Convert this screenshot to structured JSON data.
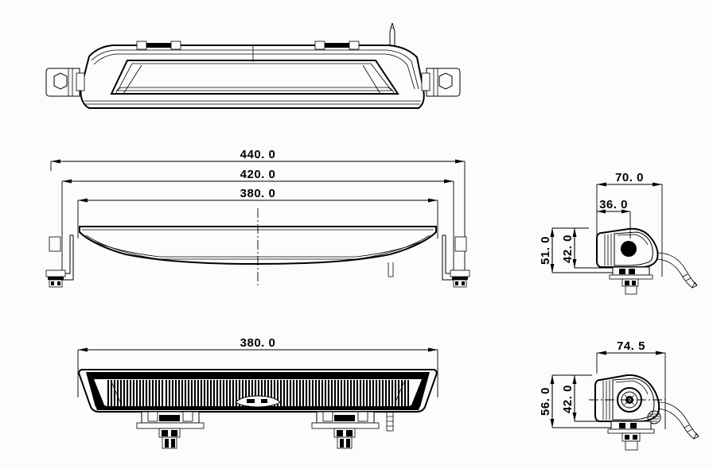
{
  "drawing": {
    "title": "LED light bar technical drawing",
    "background_color": "#fcfcfe",
    "line_color": "#000000",
    "units": "mm",
    "views": [
      {
        "name": "top-view",
        "label": ""
      },
      {
        "name": "rear-view",
        "label": ""
      },
      {
        "name": "front-view",
        "label": ""
      },
      {
        "name": "side-view-upper",
        "label": ""
      },
      {
        "name": "side-view-lower",
        "label": ""
      }
    ]
  },
  "dimensions": {
    "overall_length": "440. 0",
    "mount_span": "420. 0",
    "lens_length": "380. 0",
    "front_lens_length": "380. 0",
    "side_upper_depth": "70. 0",
    "side_upper_body_depth": "36. 0",
    "side_upper_height_total": "51. 0",
    "side_upper_height_body": "42. 0",
    "side_lower_depth": "74. 5",
    "side_lower_height_total": "56. 0",
    "side_lower_height_body": "42. 0"
  }
}
